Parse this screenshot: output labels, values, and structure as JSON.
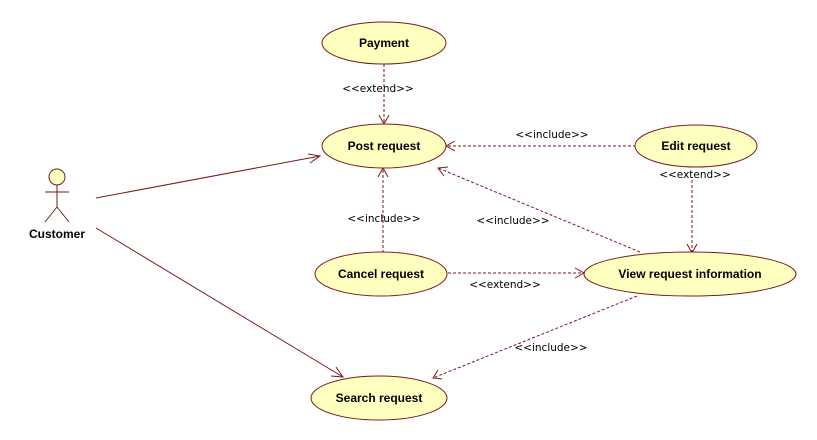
{
  "actor": {
    "name": "Customer"
  },
  "use_cases": {
    "payment": "Payment",
    "post_request": "Post request",
    "edit_request": "Edit request",
    "cancel_request": "Cancel request",
    "view_request_information": "View request information",
    "search_request": "Search request"
  },
  "stereotypes": {
    "payment_extends_post": "<<extend>>",
    "edit_includes_post": "<<include>>",
    "cancel_includes_post": "<<include>>",
    "view_includes_post": "<<include>>",
    "view_extends_edit": "<<extend>>",
    "cancel_extends_view": "<<extend>>",
    "view_includes_search": "<<include>>"
  },
  "colors": {
    "use_case_fill": "#ffffc0",
    "line_color": "#7a1a1a"
  }
}
